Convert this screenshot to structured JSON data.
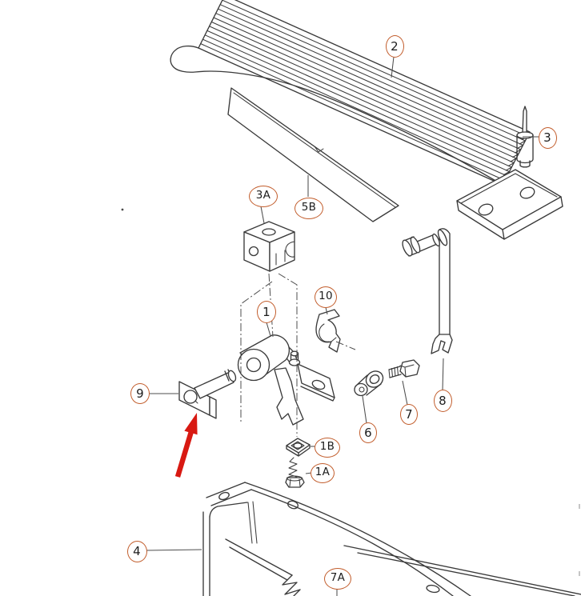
{
  "diagram": {
    "kind": "exploded-parts-diagram",
    "colors": {
      "background": "#ffffff",
      "line_art": "#3a3a3a",
      "callout_outline": "#c25d2c",
      "callout_text": "#1c1c1c",
      "annotation_arrow": "#d81912"
    },
    "callouts": {
      "c1": {
        "label": "1"
      },
      "c1a": {
        "label": "1A"
      },
      "c1b": {
        "label": "1B"
      },
      "c2": {
        "label": "2"
      },
      "c3": {
        "label": "3"
      },
      "c3a": {
        "label": "3A"
      },
      "c4": {
        "label": "4"
      },
      "c5b": {
        "label": "5B"
      },
      "c6": {
        "label": "6"
      },
      "c7": {
        "label": "7"
      },
      "c7a": {
        "label": "7A"
      },
      "c8": {
        "label": "8"
      },
      "c9": {
        "label": "9"
      },
      "c10": {
        "label": "10"
      }
    }
  }
}
